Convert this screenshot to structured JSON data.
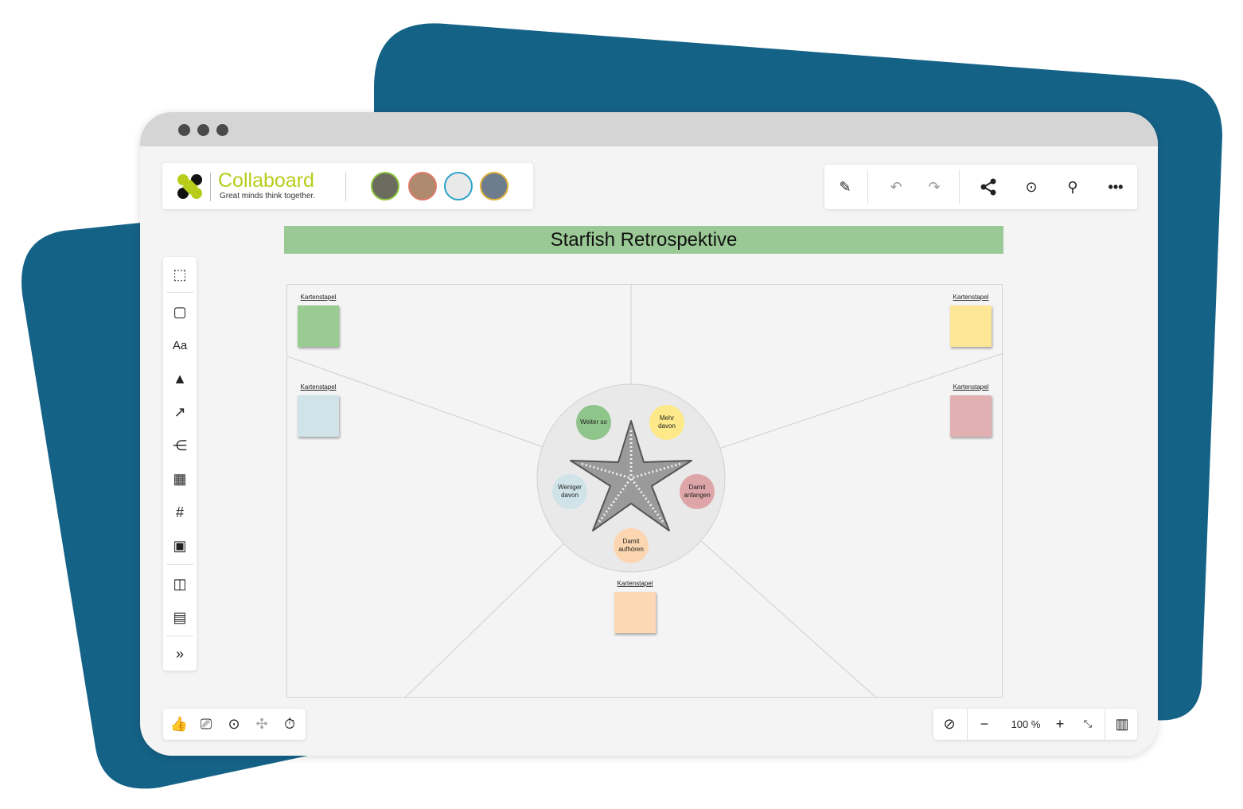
{
  "brand": {
    "name": "Collaboard",
    "tagline": "Great minds think together."
  },
  "colors": {
    "accent": "#b7cd1a",
    "background_shape": "#156287",
    "banner": "#9bc995"
  },
  "users": [
    {
      "name": "user-1",
      "ring": "#8dc63f"
    },
    {
      "name": "user-2",
      "ring": "#e07a6a"
    },
    {
      "name": "user-3",
      "ring": "#2aa3c9"
    },
    {
      "name": "user-4",
      "ring": "#e0b03a"
    }
  ],
  "toolbar": {
    "icons": [
      "magic-pen-icon",
      "undo-icon",
      "redo-icon",
      "share-icon",
      "follow-presenter-icon",
      "search-icon",
      "more-icon"
    ]
  },
  "board": {
    "title": "Starfish Retrospektive",
    "stacks": [
      {
        "label": "Kartenstapel",
        "color": "#9acb93"
      },
      {
        "label": "Kartenstapel",
        "color": "#fde796"
      },
      {
        "label": "Kartenstapel",
        "color": "#cfe3e8"
      },
      {
        "label": "Kartenstapel",
        "color": "#e2b0b3"
      },
      {
        "label": "Kartenstapel",
        "color": "#fdd8b4"
      }
    ],
    "categories": [
      {
        "label": "Weiter so",
        "color": "#8fc48a"
      },
      {
        "label": "Mehr\ndavon",
        "color": "#fde98a"
      },
      {
        "label": "Weniger\ndavon",
        "color": "#cfe3e8"
      },
      {
        "label": "Damit\nanfangen",
        "color": "#dea5a8"
      },
      {
        "label": "Damit\naufhören",
        "color": "#fcd6b0"
      }
    ]
  },
  "left_tools": [
    "select-icon",
    "sticky-note-icon",
    "Aa",
    "shapes-icon",
    "connector-icon",
    "mindmap-icon",
    "table-icon",
    "frame-icon",
    "media-icon",
    "template-icon",
    "comment-icon",
    "»"
  ],
  "zoom": {
    "level": "100 %"
  }
}
